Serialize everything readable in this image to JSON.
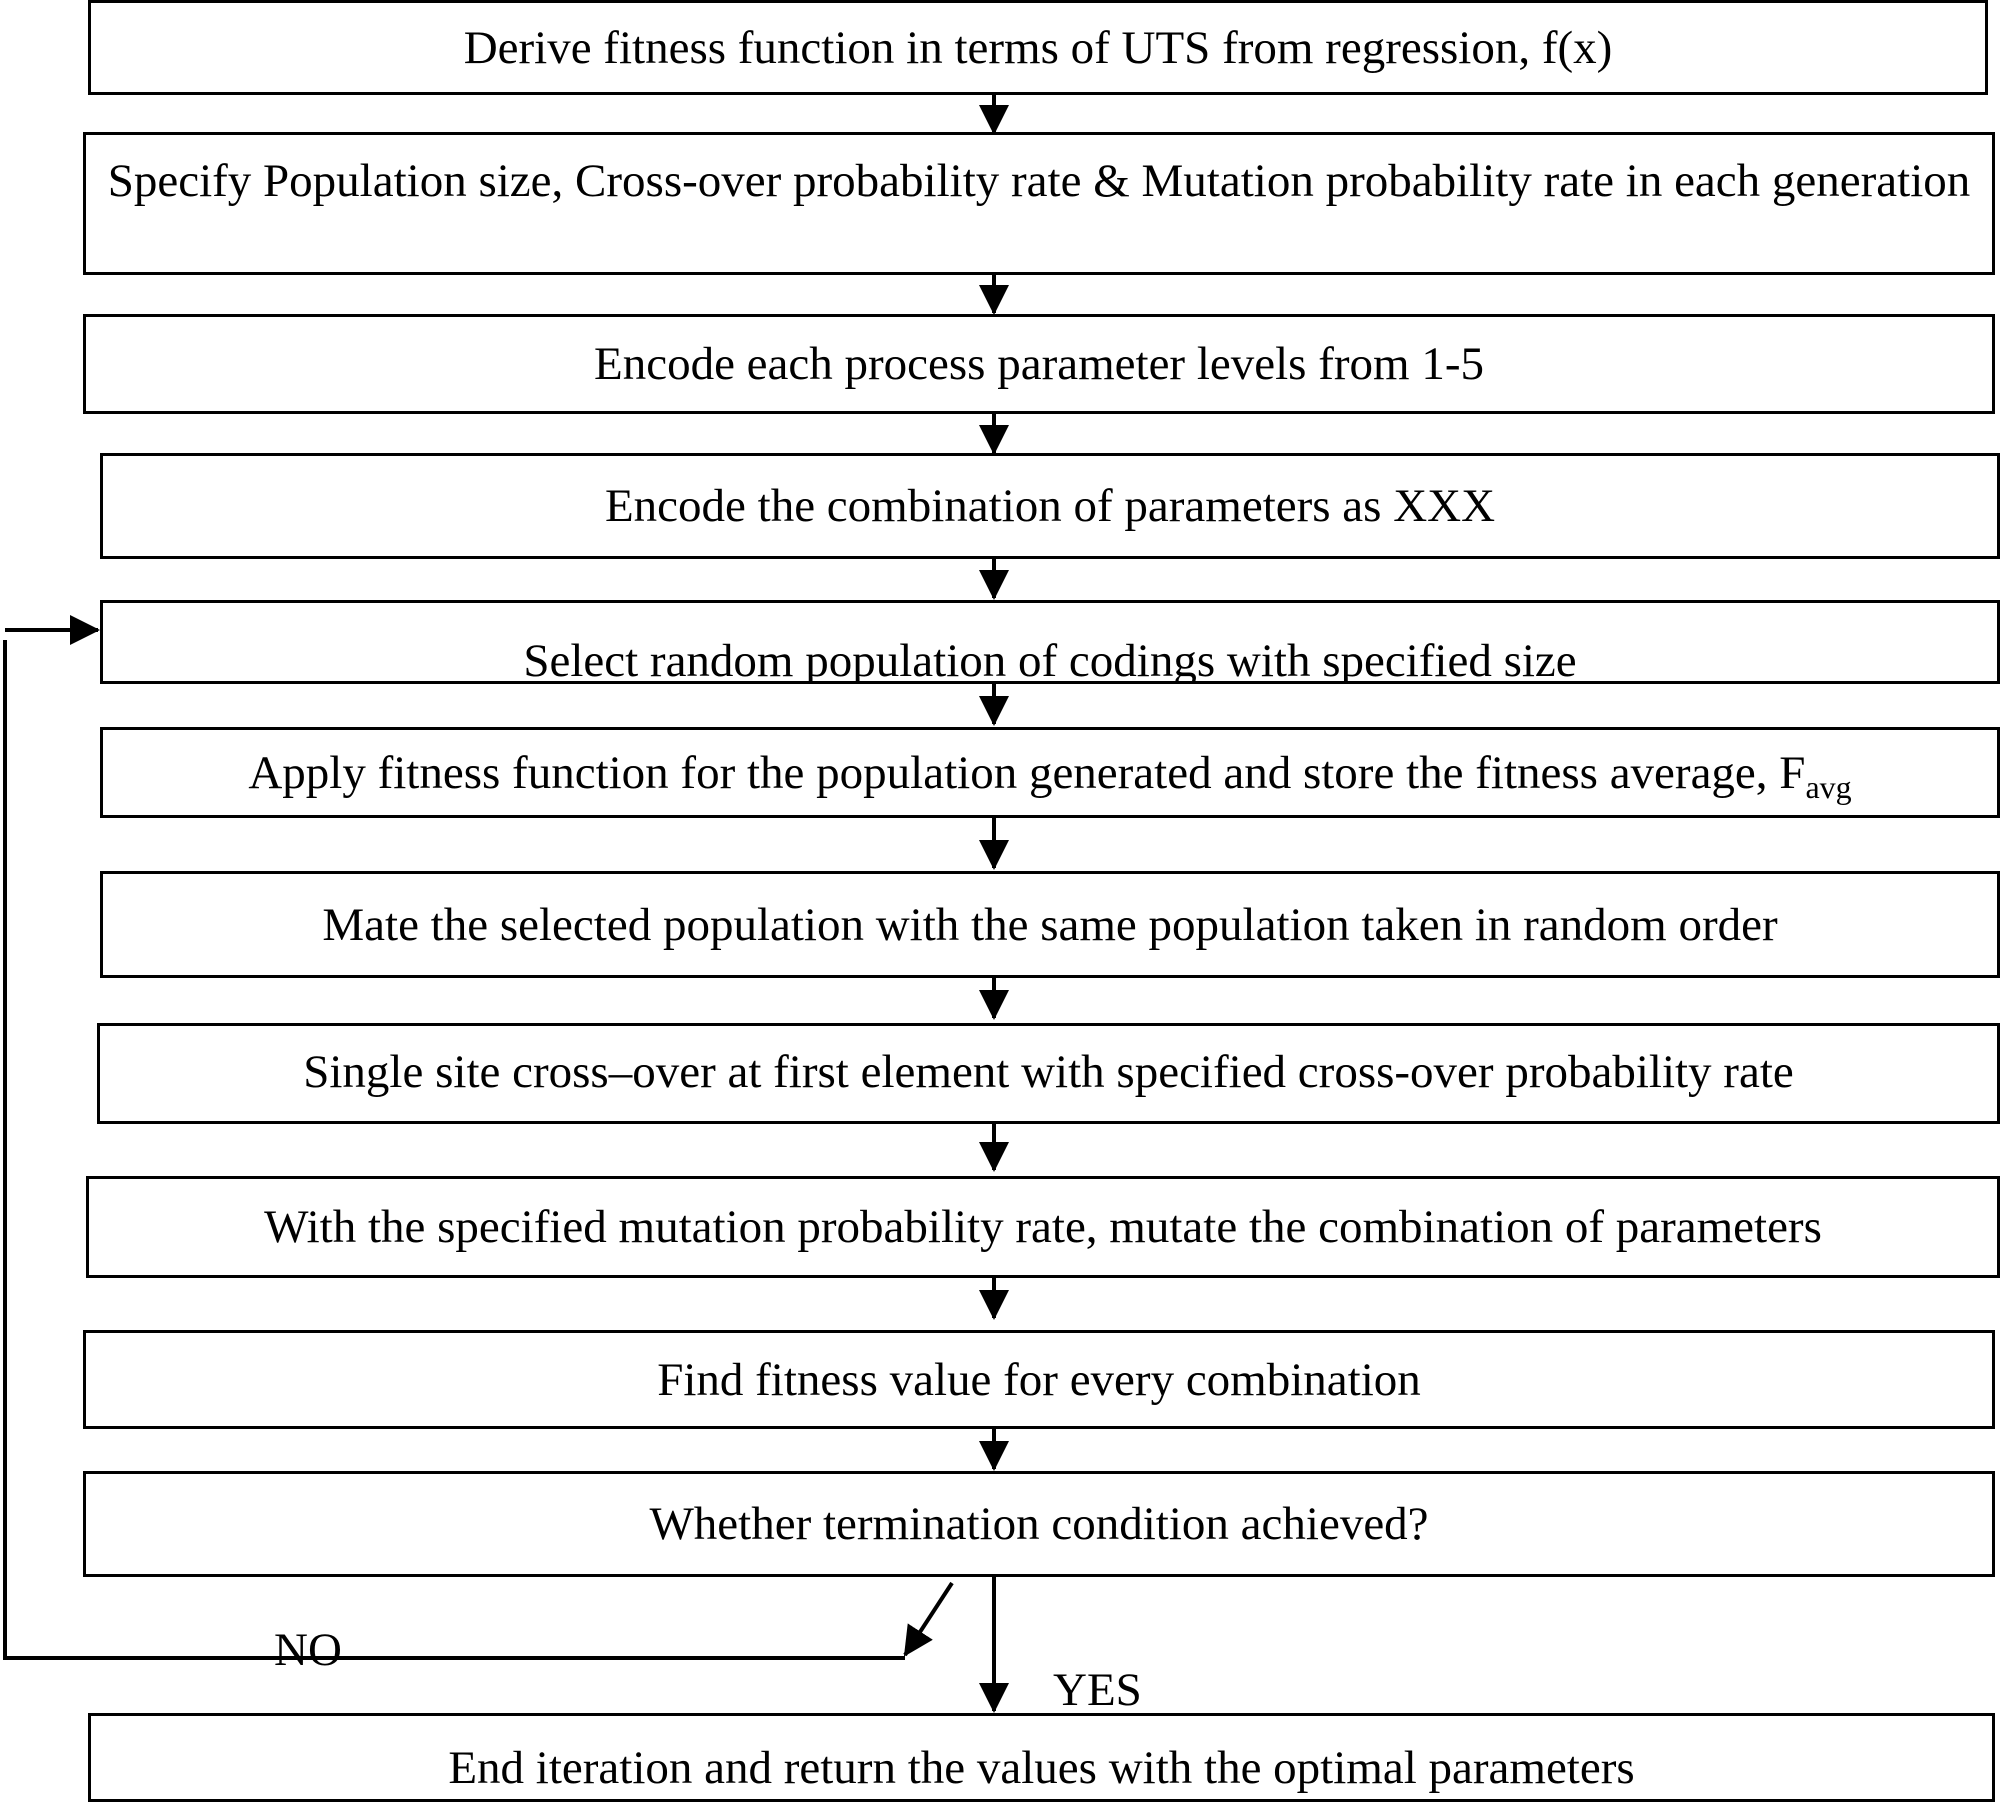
{
  "steps": [
    {
      "text": "Derive fitness function in terms of UTS from regression, f(x)"
    },
    {
      "text": "Specify Population size, Cross-over probability rate & Mutation probability rate in each generation"
    },
    {
      "text": "Encode each process parameter levels from 1-5"
    },
    {
      "text": "Encode the combination of parameters as XXX"
    },
    {
      "text": "Select random population of codings with specified size"
    },
    {
      "text": "Apply fitness function for the population generated and store the fitness average, F",
      "subscript": "avg"
    },
    {
      "text": "Mate the selected population with the same population taken in random order"
    },
    {
      "text": "Single site cross–over at first element with specified cross-over probability rate"
    },
    {
      "text": "With the specified mutation probability rate, mutate the combination of parameters"
    },
    {
      "text": "Find fitness value for every combination"
    },
    {
      "text": "Whether termination condition achieved?"
    },
    {
      "text": "End iteration and return the values with the optimal parameters"
    }
  ],
  "branch_labels": {
    "no": "NO",
    "yes": "YES"
  },
  "colors": {
    "stroke": "#000000",
    "background": "#ffffff"
  }
}
